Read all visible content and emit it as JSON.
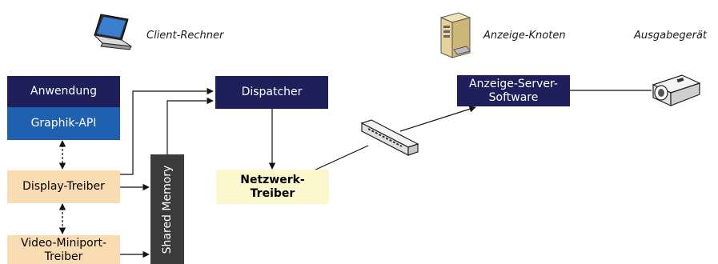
{
  "labels": {
    "client": "Client-Rechner",
    "display_node": "Anzeige-Knoten",
    "output_device": "Ausgabegerät"
  },
  "boxes": {
    "anwendung": "Anwendung",
    "graphik_api": "Graphik-API",
    "dispatcher": "Dispatcher",
    "server_line1": "Anzeige-Server-",
    "server_line2": "Software",
    "display_treiber": "Display-Treiber",
    "netzwerk_line1": "Netzwerk-",
    "netzwerk_line2": "Treiber",
    "video_line1": "Video-Miniport-",
    "video_line2": "Treiber",
    "shared_memory": "Shared Memory"
  },
  "icons": [
    "laptop-icon",
    "server-tower-icon",
    "projector-icon",
    "network-switch-icon"
  ],
  "colors": {
    "navy": "#1f1f5c",
    "blue": "#2060b0",
    "peach": "#f9dcb2",
    "yellow": "#fcf7cd",
    "shared_memory": "#3b3b3b"
  }
}
